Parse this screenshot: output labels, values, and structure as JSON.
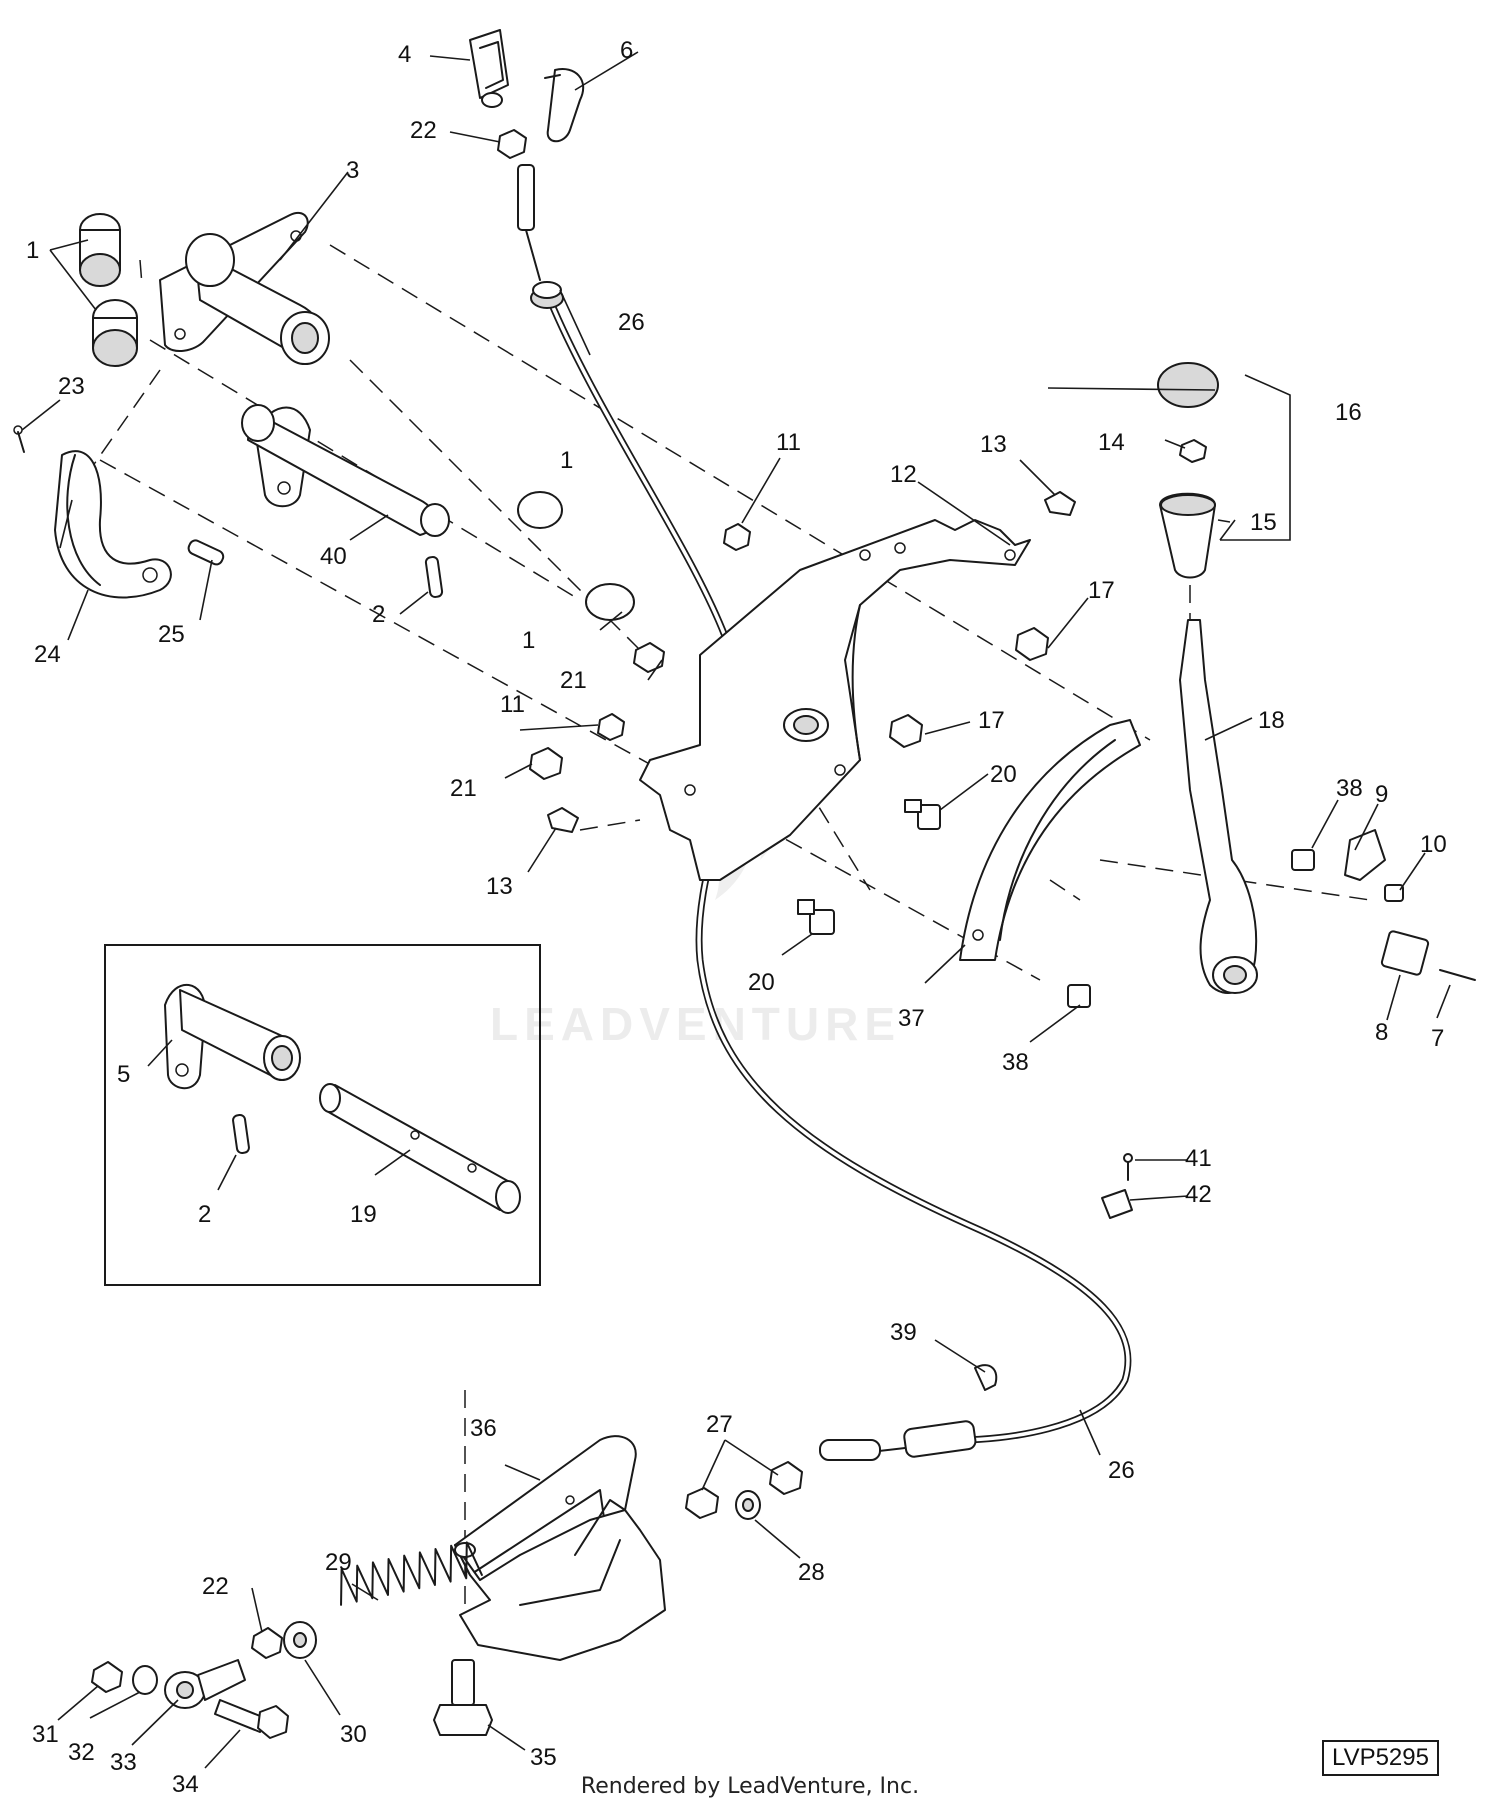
{
  "diagram": {
    "callouts": [
      "1",
      "1",
      "1",
      "2",
      "2",
      "3",
      "4",
      "5",
      "6",
      "7",
      "8",
      "9",
      "10",
      "11",
      "11",
      "12",
      "13",
      "13",
      "14",
      "15",
      "16",
      "17",
      "17",
      "18",
      "19",
      "20",
      "20",
      "21",
      "21",
      "22",
      "22",
      "23",
      "24",
      "25",
      "26",
      "26",
      "27",
      "28",
      "29",
      "30",
      "31",
      "32",
      "33",
      "34",
      "35",
      "36",
      "37",
      "38",
      "38",
      "39",
      "40",
      "41",
      "42"
    ],
    "watermark": "LEADVENTURE",
    "figure_code": "LVP5295",
    "footer": "Rendered by LeadVenture, Inc."
  }
}
